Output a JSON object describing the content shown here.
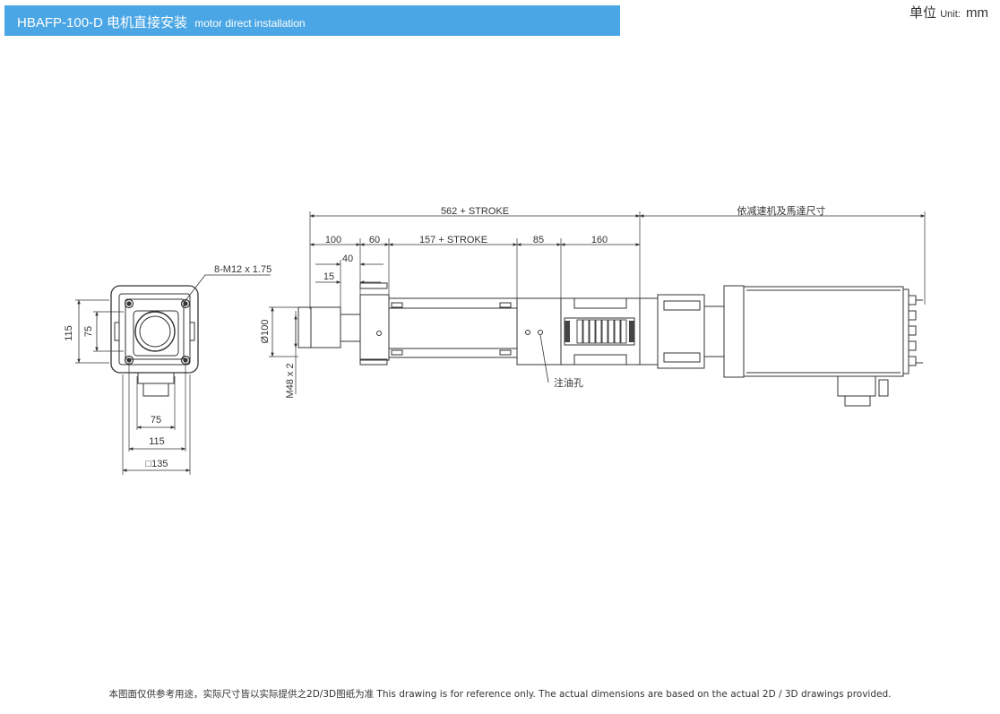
{
  "header": {
    "model": "HBAFP-100-D",
    "title_cn": "电机直接安装",
    "title_en": "motor direct installation",
    "unit_cn": "单位",
    "unit_en": "Unit:",
    "unit_value": "mm"
  },
  "end_view": {
    "thread_label": "8-M12 x 1.75",
    "dim_height_outer": "115",
    "dim_height_inner": "75",
    "dim_width_inner": "75",
    "dim_width_mid": "115",
    "dim_width_outer": "□135"
  },
  "side_view": {
    "dim_overall": "562 + STROKE",
    "dim_reducer": "依减速机及馬達尺寸",
    "dim_100": "100",
    "dim_60": "60",
    "dim_stroke": "157 + STROKE",
    "dim_85": "85",
    "dim_160": "160",
    "dim_40": "40",
    "dim_15": "15",
    "dim_rod_dia": "Ø100",
    "dim_rod_thread": "M48 x 2",
    "oil_hole": "注油孔"
  },
  "footer": {
    "note": "本图面仅供参考用途，实际尺寸皆以实际提供之2D/3D图纸为准 This drawing is for reference only. The actual dimensions are based on the actual 2D / 3D drawings provided."
  }
}
